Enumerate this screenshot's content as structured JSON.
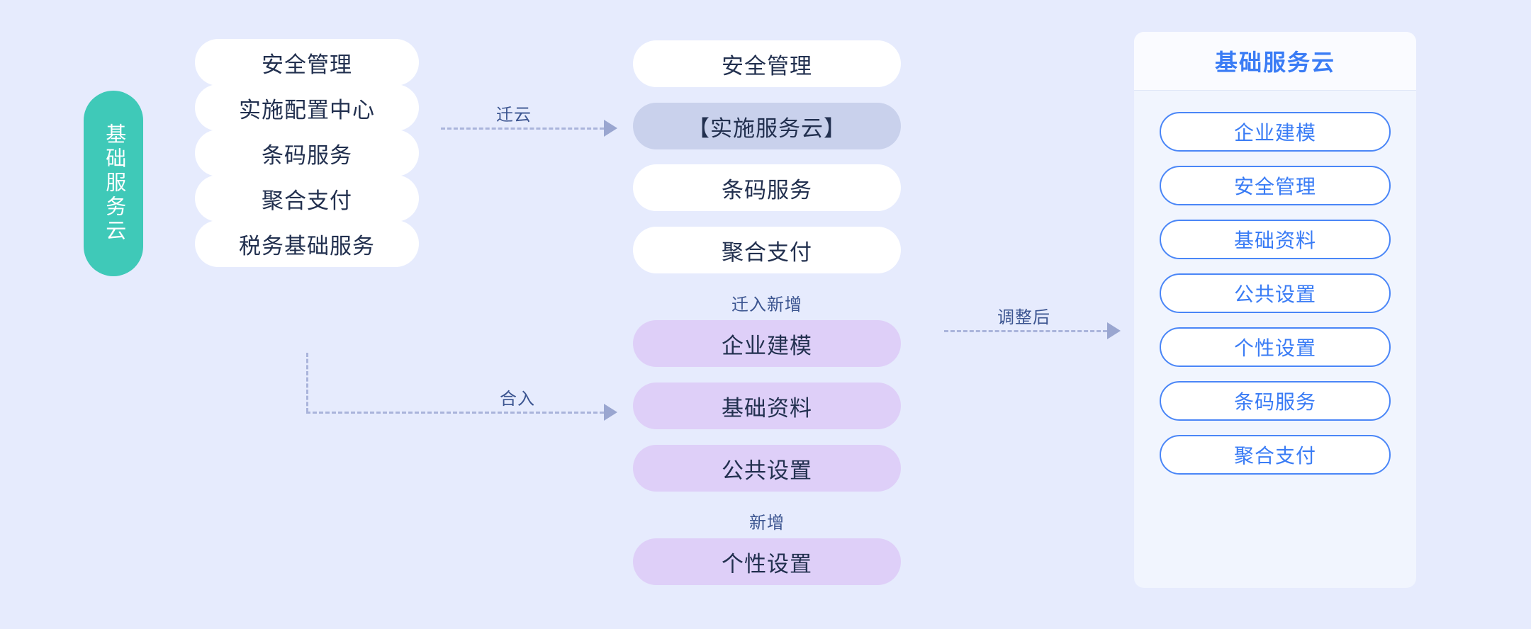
{
  "background_color": "#e6ebfd",
  "left_group": {
    "badge": {
      "label": "基础服务云",
      "color": "#3fc9b8",
      "text_color": "#ffffff"
    },
    "items": [
      {
        "label": "安全管理"
      },
      {
        "label": "实施配置中心"
      },
      {
        "label": "条码服务"
      },
      {
        "label": "聚合支付"
      },
      {
        "label": "税务基础服务"
      }
    ]
  },
  "middle_group": {
    "items": [
      {
        "label": "安全管理",
        "style": "white"
      },
      {
        "label": "【实施服务云】",
        "style": "blueish"
      },
      {
        "label": "条码服务",
        "style": "white"
      },
      {
        "label": "聚合支付",
        "style": "white"
      },
      {
        "label": "企业建模",
        "style": "purple"
      },
      {
        "label": "基础资料",
        "style": "purple"
      },
      {
        "label": "公共设置",
        "style": "purple"
      },
      {
        "label": "个性设置",
        "style": "purple"
      }
    ],
    "captions": [
      {
        "label": "迁入新增"
      },
      {
        "label": "新增"
      }
    ]
  },
  "arrows": [
    {
      "label": "迁云"
    },
    {
      "label": "合入"
    },
    {
      "label": "调整后"
    }
  ],
  "right_panel": {
    "title": "基础服务云",
    "title_color": "#3a7cf5",
    "items": [
      {
        "label": "企业建模"
      },
      {
        "label": "安全管理"
      },
      {
        "label": "基础资料"
      },
      {
        "label": "公共设置"
      },
      {
        "label": "个性设置"
      },
      {
        "label": "条码服务"
      },
      {
        "label": "聚合支付"
      }
    ]
  }
}
